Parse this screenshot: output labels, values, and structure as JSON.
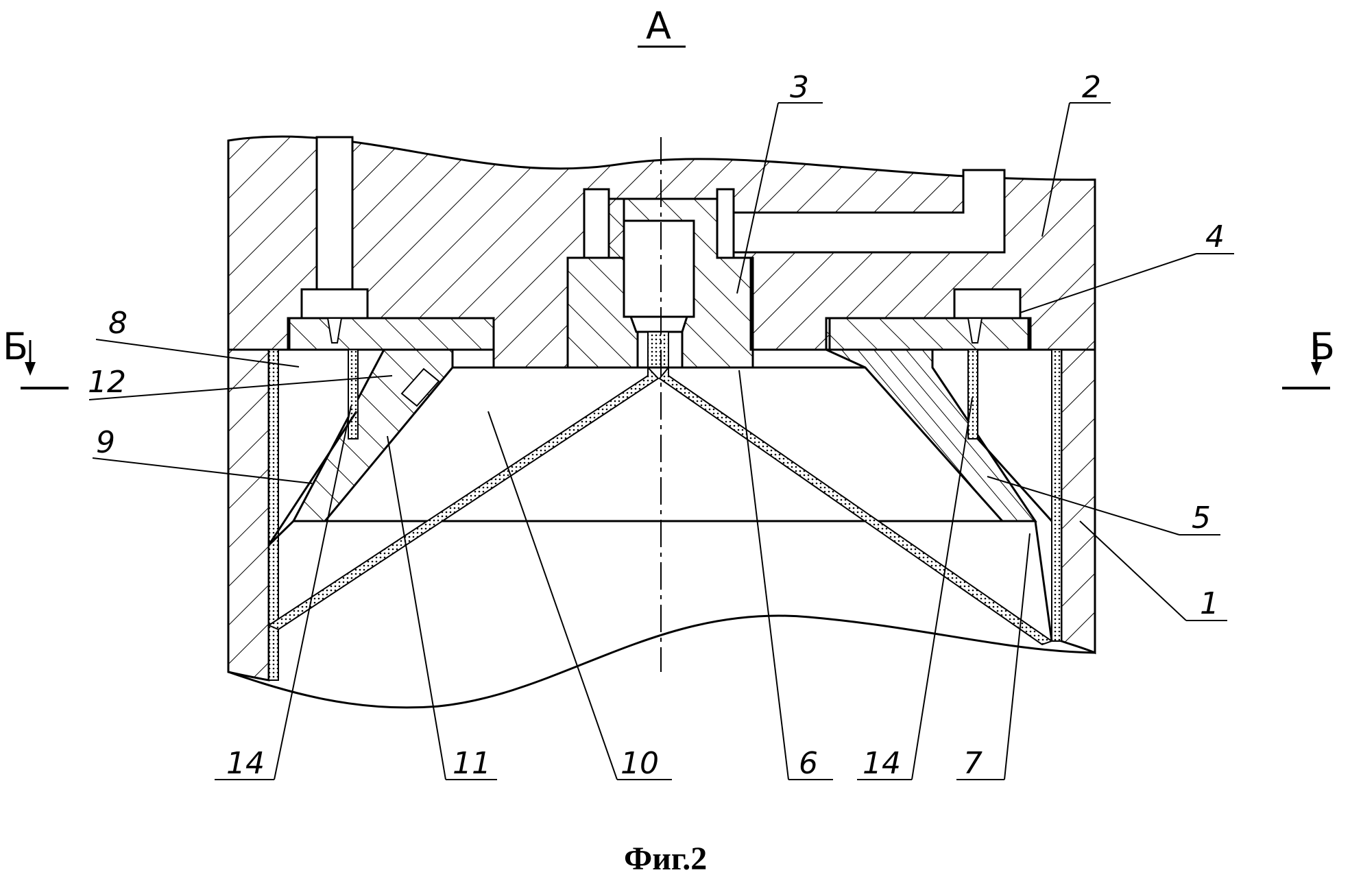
{
  "view_label": "А",
  "section_labels": [
    "Б",
    "Б"
  ],
  "callouts": {
    "c1": "1",
    "c2": "2",
    "c3": "3",
    "c4": "4",
    "c5": "5",
    "c6": "6",
    "c7": "7",
    "c8": "8",
    "c9": "9",
    "c10": "10",
    "c11": "11",
    "c12": "12",
    "c14a": "14",
    "c14b": "14"
  },
  "caption": "Фиг.2"
}
